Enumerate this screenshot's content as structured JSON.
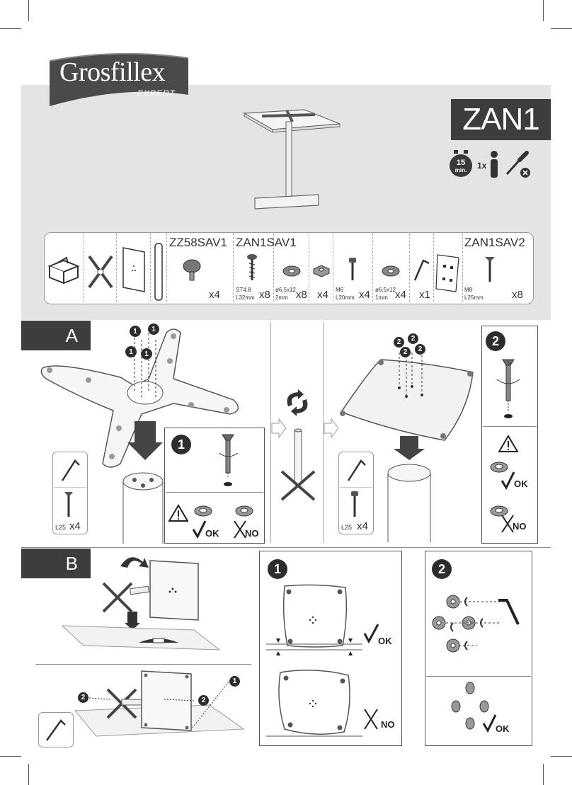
{
  "brand": {
    "name": "Grosfillex",
    "sub": "EXPERT"
  },
  "product_code": "ZAN1",
  "meta": {
    "time_value": "15",
    "time_unit": "min.",
    "persons": "1x"
  },
  "parts": {
    "group1": {
      "code": "ZZ58SAV1",
      "qty": "x4"
    },
    "group2": {
      "code": "ZAN1SAV1",
      "items": [
        {
          "spec1": "ST4,8",
          "spec2": "L32mm",
          "qty": "x8"
        },
        {
          "spec1": "ø6,5x12",
          "spec2": "2mm",
          "qty": "x8"
        },
        {
          "spec1": "",
          "spec2": "",
          "qty": "x4"
        },
        {
          "spec1": "M6",
          "spec2": "L20mm",
          "qty": "x4"
        },
        {
          "spec1": "ø6,5x12",
          "spec2": "1mm",
          "qty": "x4"
        },
        {
          "spec1": "",
          "spec2": "",
          "qty": "x1"
        }
      ]
    },
    "group3": {
      "code": "ZAN1SAV2",
      "spec1": "M8",
      "spec2": "L25mm",
      "qty": "x8"
    }
  },
  "section_a": {
    "label": "A",
    "step_labels": [
      "1",
      "1",
      "1",
      "1"
    ],
    "step_labels_2": [
      "2",
      "2",
      "2",
      "2"
    ],
    "box1_num": "1",
    "box2_num": "2",
    "tool_left": {
      "spec": "L25",
      "qty": "x4"
    },
    "tool_right": {
      "spec": "L25",
      "qty": "x4"
    },
    "ok": "OK",
    "no": "NO"
  },
  "section_b": {
    "label": "B",
    "callouts": [
      "2",
      "2",
      "1"
    ],
    "box1_num": "1",
    "box2_num": "2",
    "ok": "OK",
    "no": "NO"
  }
}
